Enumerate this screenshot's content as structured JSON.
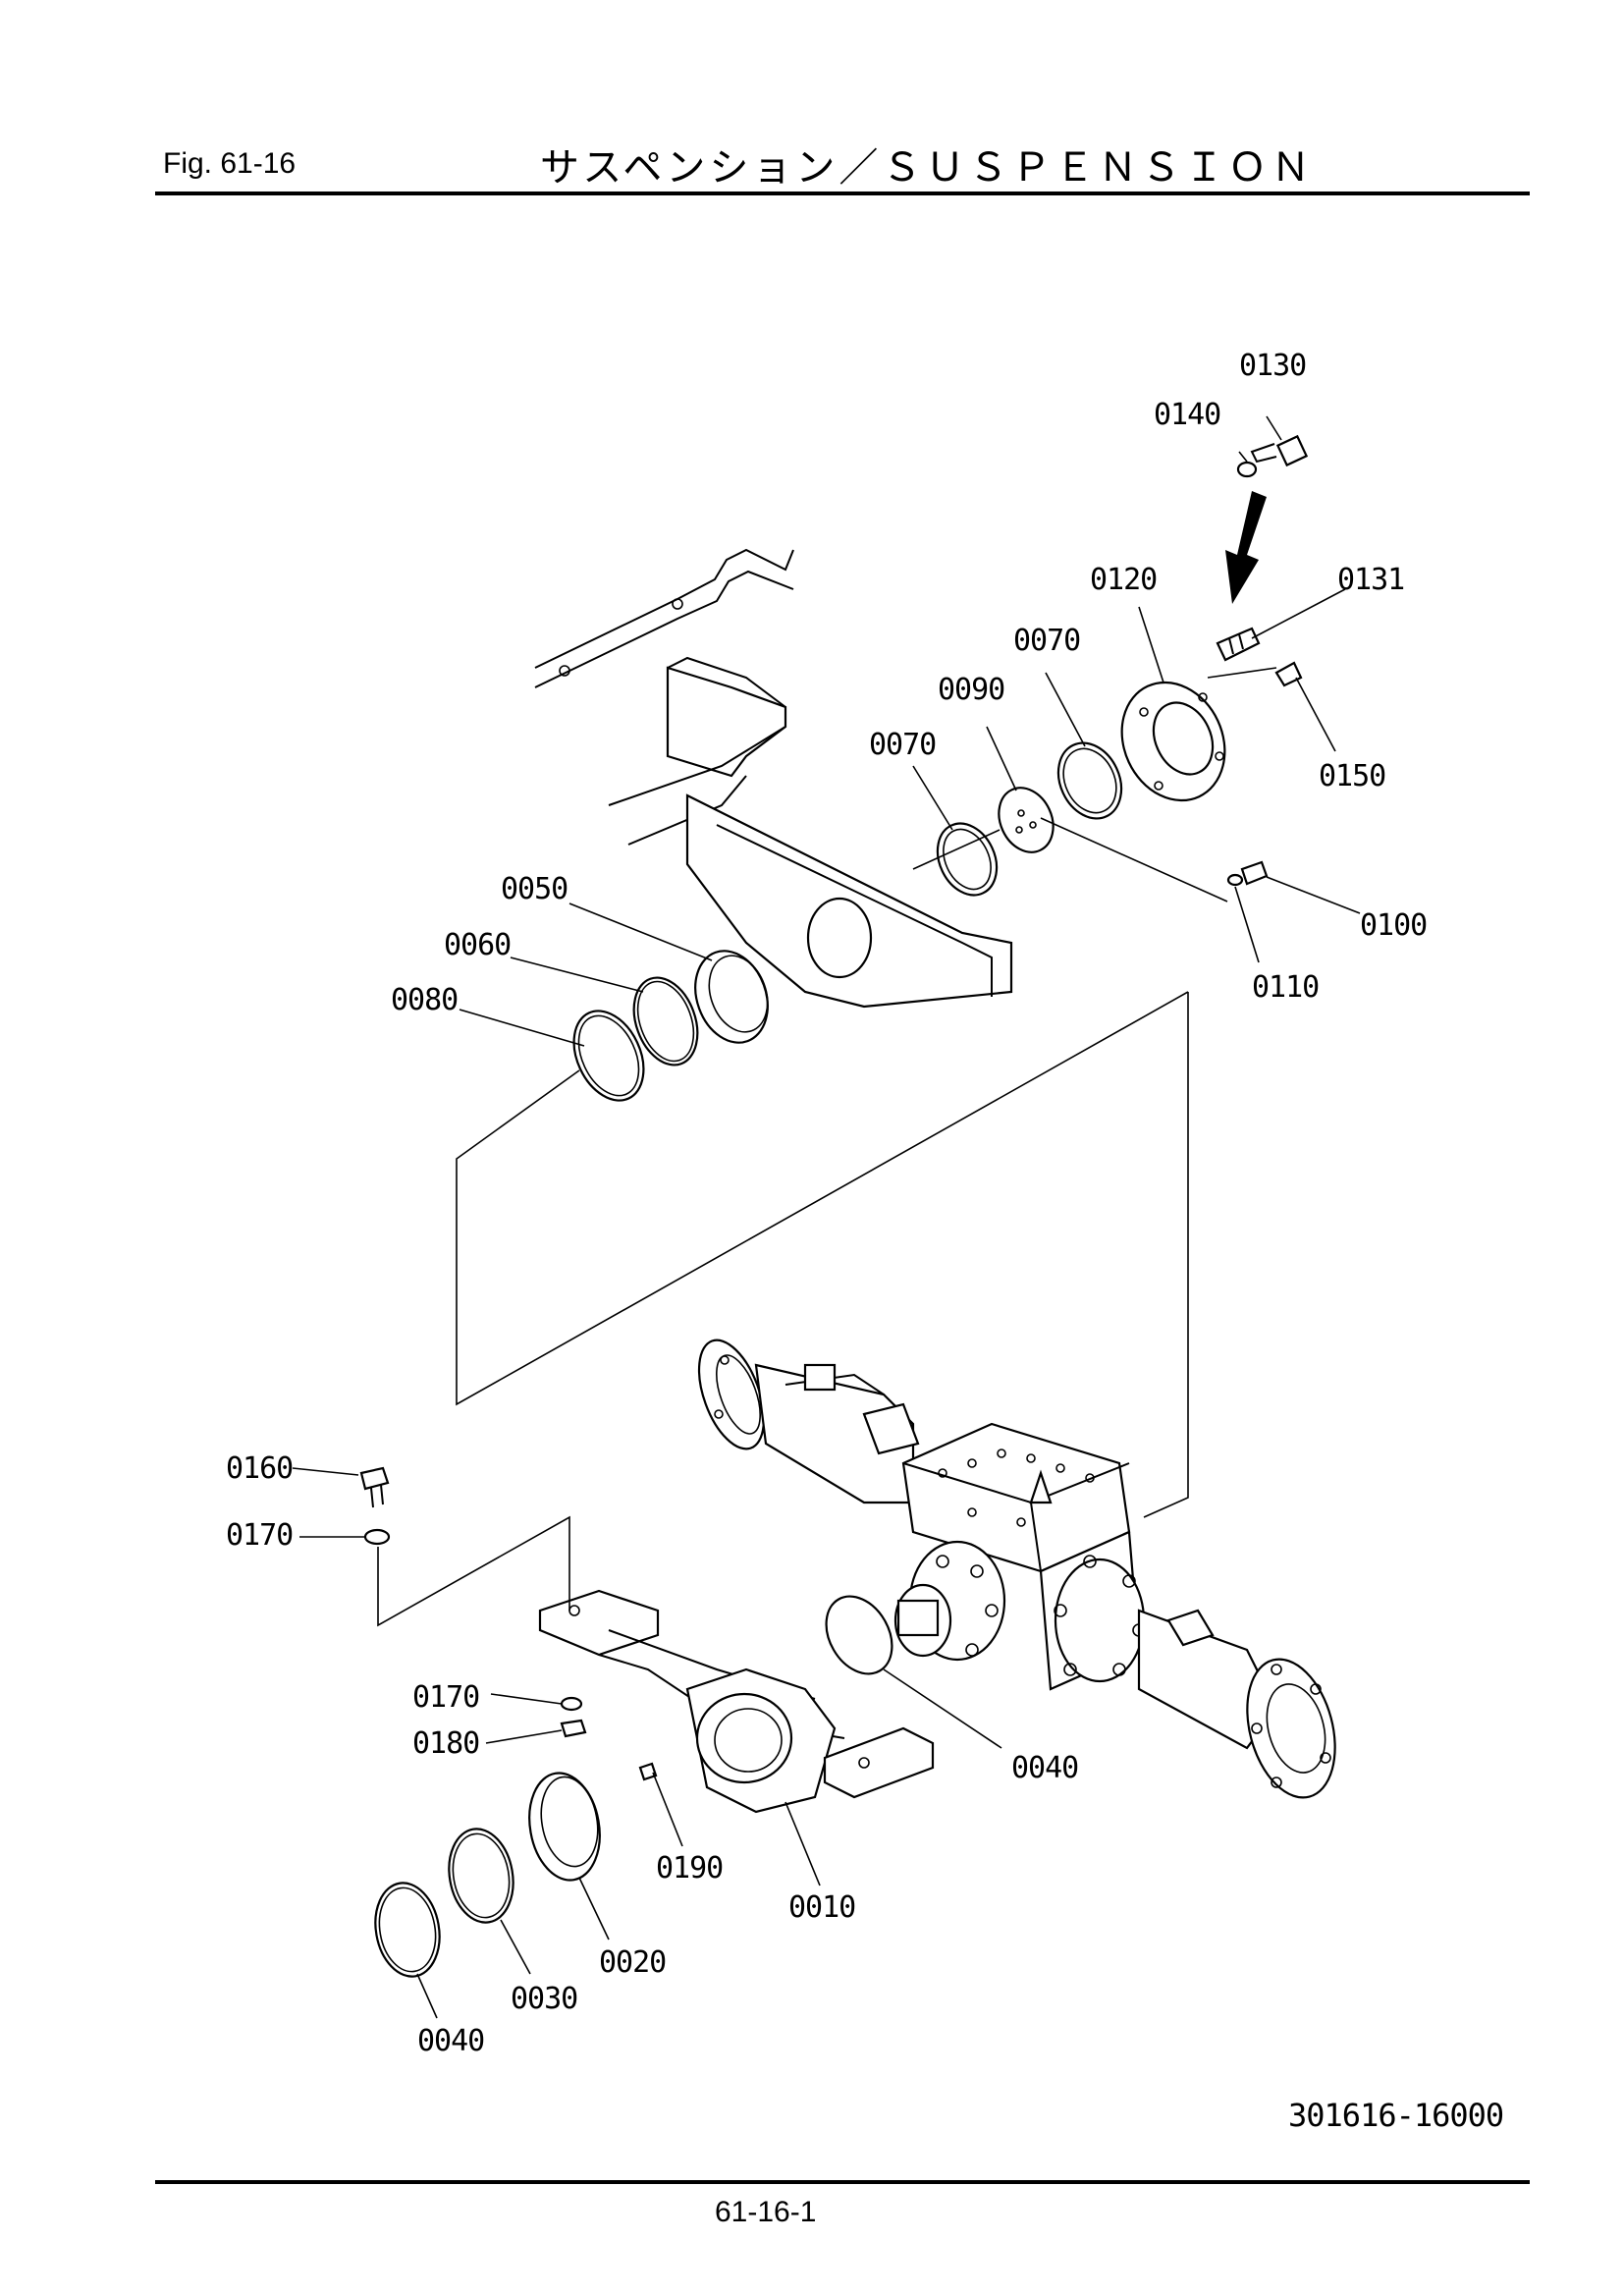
{
  "header": {
    "figure_label": "Fig.  61-16",
    "title": "サスペンション／ＳＵＳＰＥＮＳＩＯＮ"
  },
  "callouts": {
    "c0130": "0130",
    "c0140": "0140",
    "c0120": "0120",
    "c0131": "0131",
    "c0070a": "0070",
    "c0090": "0090",
    "c0070b": "0070",
    "c0150": "0150",
    "c0050": "0050",
    "c0060": "0060",
    "c0080": "0080",
    "c0100": "0100",
    "c0110": "0110",
    "c0160": "0160",
    "c0170a": "0170",
    "c0170b": "0170",
    "c0180": "0180",
    "c0040a": "0040",
    "c0190": "0190",
    "c0010": "0010",
    "c0020": "0020",
    "c0030": "0030",
    "c0040b": "0040"
  },
  "footer": {
    "drawing_number": "301616-16000",
    "page_number": "61-16-1"
  }
}
